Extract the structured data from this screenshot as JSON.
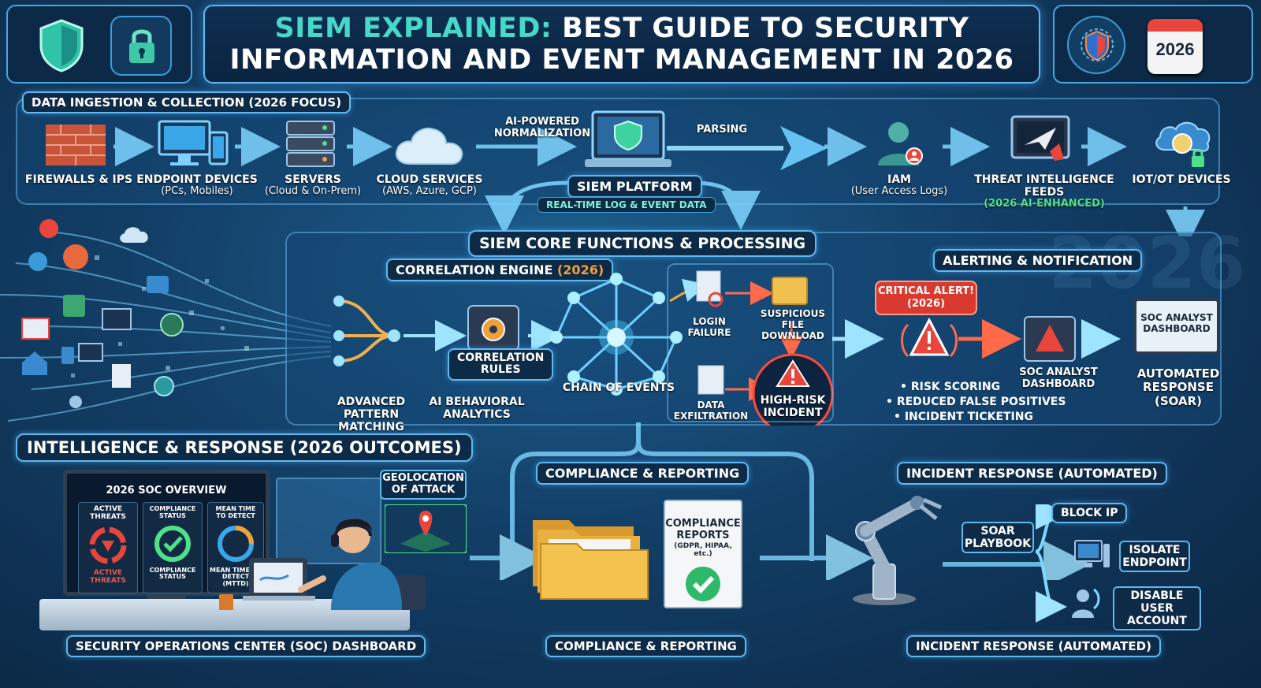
{
  "title": {
    "accent": "SIEM EXPLAINED:",
    "line1_rest": " BEST GUIDE TO SECURITY",
    "line2": "INFORMATION AND EVENT MANAGEMENT IN 2026"
  },
  "header_badge_year": "2026",
  "ingestion": {
    "heading": "DATA INGESTION & COLLECTION (2026 FOCUS)",
    "sources": [
      {
        "label": "FIREWALLS & IPS",
        "sub": "",
        "icon": "firewall-icon"
      },
      {
        "label": "ENDPOINT DEVICES",
        "sub": "(PCs, Mobiles)",
        "icon": "endpoint-devices-icon"
      },
      {
        "label": "SERVERS",
        "sub": "(Cloud & On-Prem)",
        "icon": "server-icon"
      },
      {
        "label": "CLOUD SERVICES",
        "sub": "(AWS, Azure, GCP)",
        "icon": "cloud-icon"
      },
      {
        "label": "IAM",
        "sub": "(User Access Logs)",
        "icon": "user-icon"
      },
      {
        "label": "THREAT INTELLIGENCE FEEDS",
        "sub": "(2026 AI-ENHANCED)",
        "icon": "threat-intel-icon"
      },
      {
        "label": "IOT/OT DEVICES",
        "sub": "",
        "icon": "iot-icon"
      }
    ],
    "ai_normalization": "AI-POWERED\nNORMALIZATION",
    "parsing": "PARSING",
    "platform_label": "SIEM PLATFORM",
    "platform_sub": "REAL-TIME LOG & EVENT DATA"
  },
  "core": {
    "heading": "SIEM CORE FUNCTIONS & PROCESSING",
    "correlation_engine": "CORRELATION ENGINE",
    "correlation_engine_year": "(2026)",
    "pattern_matching": "ADVANCED PATTERN\nMATCHING",
    "correlation_rules": "CORRELATION\nRULES",
    "ai_behavioral": "AI BEHAVIORAL\nANALYTICS",
    "chain_of_events": "CHAIN OF EVENTS",
    "login_failure": "LOGIN FAILURE",
    "suspicious_download": "SUSPICIOUS FILE\nDOWNLOAD",
    "data_exfiltration": "DATA\nEXFILTRATION",
    "high_risk_incident": "HIGH-RISK\nINCIDENT",
    "watermark": "2026"
  },
  "alerting": {
    "heading": "ALERTING & NOTIFICATION",
    "critical_alert": "CRITICAL ALERT!",
    "critical_alert_year": "(2026)",
    "soc_dashboard": "SOC ANALYST\nDASHBOARD",
    "screen_label": "SOC ANALYST\nDASHBOARD",
    "automated_response": "AUTOMATED\nRESPONSE\n(SOAR)",
    "bullets": [
      "RISK SCORING",
      "REDUCED FALSE POSITIVES",
      "INCIDENT TICKETING"
    ]
  },
  "intelligence": {
    "heading": "INTELLIGENCE & RESPONSE (2026 OUTCOMES)",
    "soc_overview": "2026 SOC OVERVIEW",
    "active_threats_top": "ACTIVE\nTHREATS",
    "active_threats_bottom": "ACTIVE THREATS",
    "compliance_status_top": "COMPLIANCE\nSTATUS",
    "compliance_status_bottom": "COMPLIANCE\nSTATUS",
    "mean_time_top": "MEAN TIME\nTO DETECT",
    "mean_time_bottom": "MEAN TIME TO\nDETECT (MTTD)",
    "geolocation": "GEOLOCATION\nOF ATTACK",
    "soc_dashboard_caption": "SECURITY OPERATIONS CENTER (SOC) DASHBOARD"
  },
  "compliance": {
    "heading": "COMPLIANCE & REPORTING",
    "report_title": "COMPLIANCE\nREPORTS",
    "report_sub": "(GDPR, HIPAA, etc.)",
    "caption": "COMPLIANCE & REPORTING"
  },
  "incident": {
    "heading": "INCIDENT RESPONSE (AUTOMATED)",
    "playbook": "SOAR\nPLAYBOOK",
    "actions": [
      "BLOCK IP",
      "ISOLATE\nENDPOINT",
      "DISABLE USER\nACCOUNT"
    ],
    "caption": "INCIDENT RESPONSE (AUTOMATED)"
  },
  "colors": {
    "accent_teal": "#46d8c8",
    "alert_red": "#e8463c",
    "highlight_orange": "#f0a23a",
    "border_blue": "#5fb8f0",
    "ai_green": "#4fe08a"
  }
}
